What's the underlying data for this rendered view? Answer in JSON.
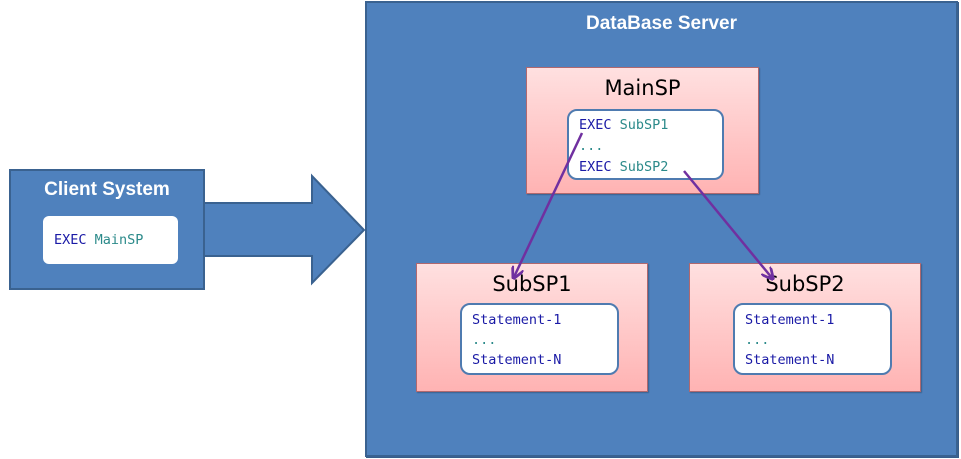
{
  "client": {
    "title": "Client System",
    "code": {
      "keyword": "EXEC",
      "identifier": "MainSP"
    }
  },
  "server": {
    "title": "DataBase Server",
    "main_sp": {
      "title": "MainSP",
      "lines": [
        {
          "keyword": "EXEC",
          "identifier": "SubSP1"
        },
        {
          "dots": "..."
        },
        {
          "keyword": "EXEC",
          "identifier": "SubSP2"
        }
      ]
    },
    "sub_sps": [
      {
        "title": "SubSP1",
        "lines": [
          "Statement-1",
          "...",
          "Statement-N"
        ]
      },
      {
        "title": "SubSP2",
        "lines": [
          "Statement-1",
          "...",
          "Statement-N"
        ]
      }
    ]
  },
  "connections": [
    {
      "from": "Client System",
      "to": "DataBase Server",
      "style": "block-arrow"
    },
    {
      "from": "EXEC SubSP1",
      "to": "SubSP1",
      "style": "line-arrow"
    },
    {
      "from": "EXEC SubSP2",
      "to": "SubSP2",
      "style": "line-arrow"
    }
  ],
  "colors": {
    "container_blue": "#4f81bd",
    "container_border": "#3a6290",
    "sp_gradient_top": "#ffe0e0",
    "sp_gradient_bottom": "#ffb3b3",
    "call_arrow": "#7030a0",
    "keyword": "#1a1aa6",
    "identifier": "#2b8a8a"
  }
}
